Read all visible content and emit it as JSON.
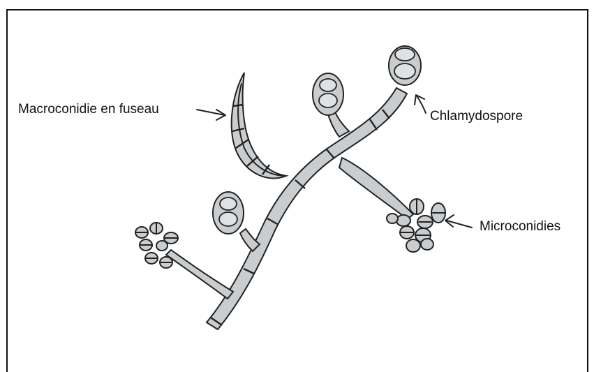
{
  "labels": {
    "macroconidie": "Macroconidie en fuseau",
    "chlamydospore": "Chlamydospore",
    "microconidies": "Microconidies"
  },
  "colors": {
    "ink": "#222222",
    "fill": "#c9cdcf",
    "fill_light": "#dfe2e3"
  }
}
